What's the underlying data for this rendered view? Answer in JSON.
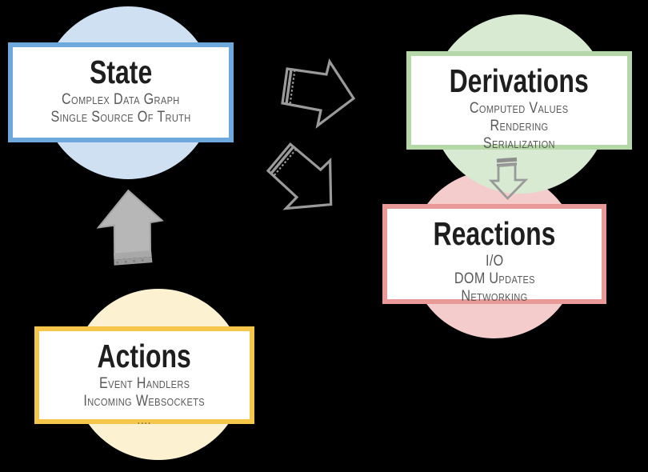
{
  "colors": {
    "background": "#000000",
    "arrow_outline": "#9a9a9a",
    "arrow_fill": "#b7b7b7",
    "arrow_fill_border": "#a3a3a3",
    "title_color": "#1e1e1e",
    "subtitle_color": "#595959"
  },
  "nodes": [
    {
      "id": "state",
      "title": "State",
      "lines": [
        "Complex Data Graph",
        "Single Source Of Truth"
      ],
      "accent": "#6fa8dc",
      "circle": "#cfe0f2"
    },
    {
      "id": "derivations",
      "title": "Derivations",
      "lines": [
        "Computed Values",
        "Rendering",
        "Serialization"
      ],
      "accent": "#b6d7a8",
      "circle": "#d9ead3"
    },
    {
      "id": "reactions",
      "title": "Reactions",
      "lines": [
        "I/O",
        "DOM Updates",
        "Networking"
      ],
      "accent": "#ea9999",
      "circle": "#f4cccc"
    },
    {
      "id": "actions",
      "title": "Actions",
      "lines": [
        "Event Handlers",
        "Incoming Websockets",
        "...."
      ],
      "accent": "#f6c64a",
      "circle": "#fcf1d1"
    }
  ],
  "arrows": [
    {
      "id": "state-to-derivations",
      "kind": "outline-block"
    },
    {
      "id": "state-to-reactions",
      "kind": "outline-block"
    },
    {
      "id": "derivations-to-reactions",
      "kind": "outline-small"
    },
    {
      "id": "actions-to-state",
      "kind": "solid-block"
    }
  ]
}
